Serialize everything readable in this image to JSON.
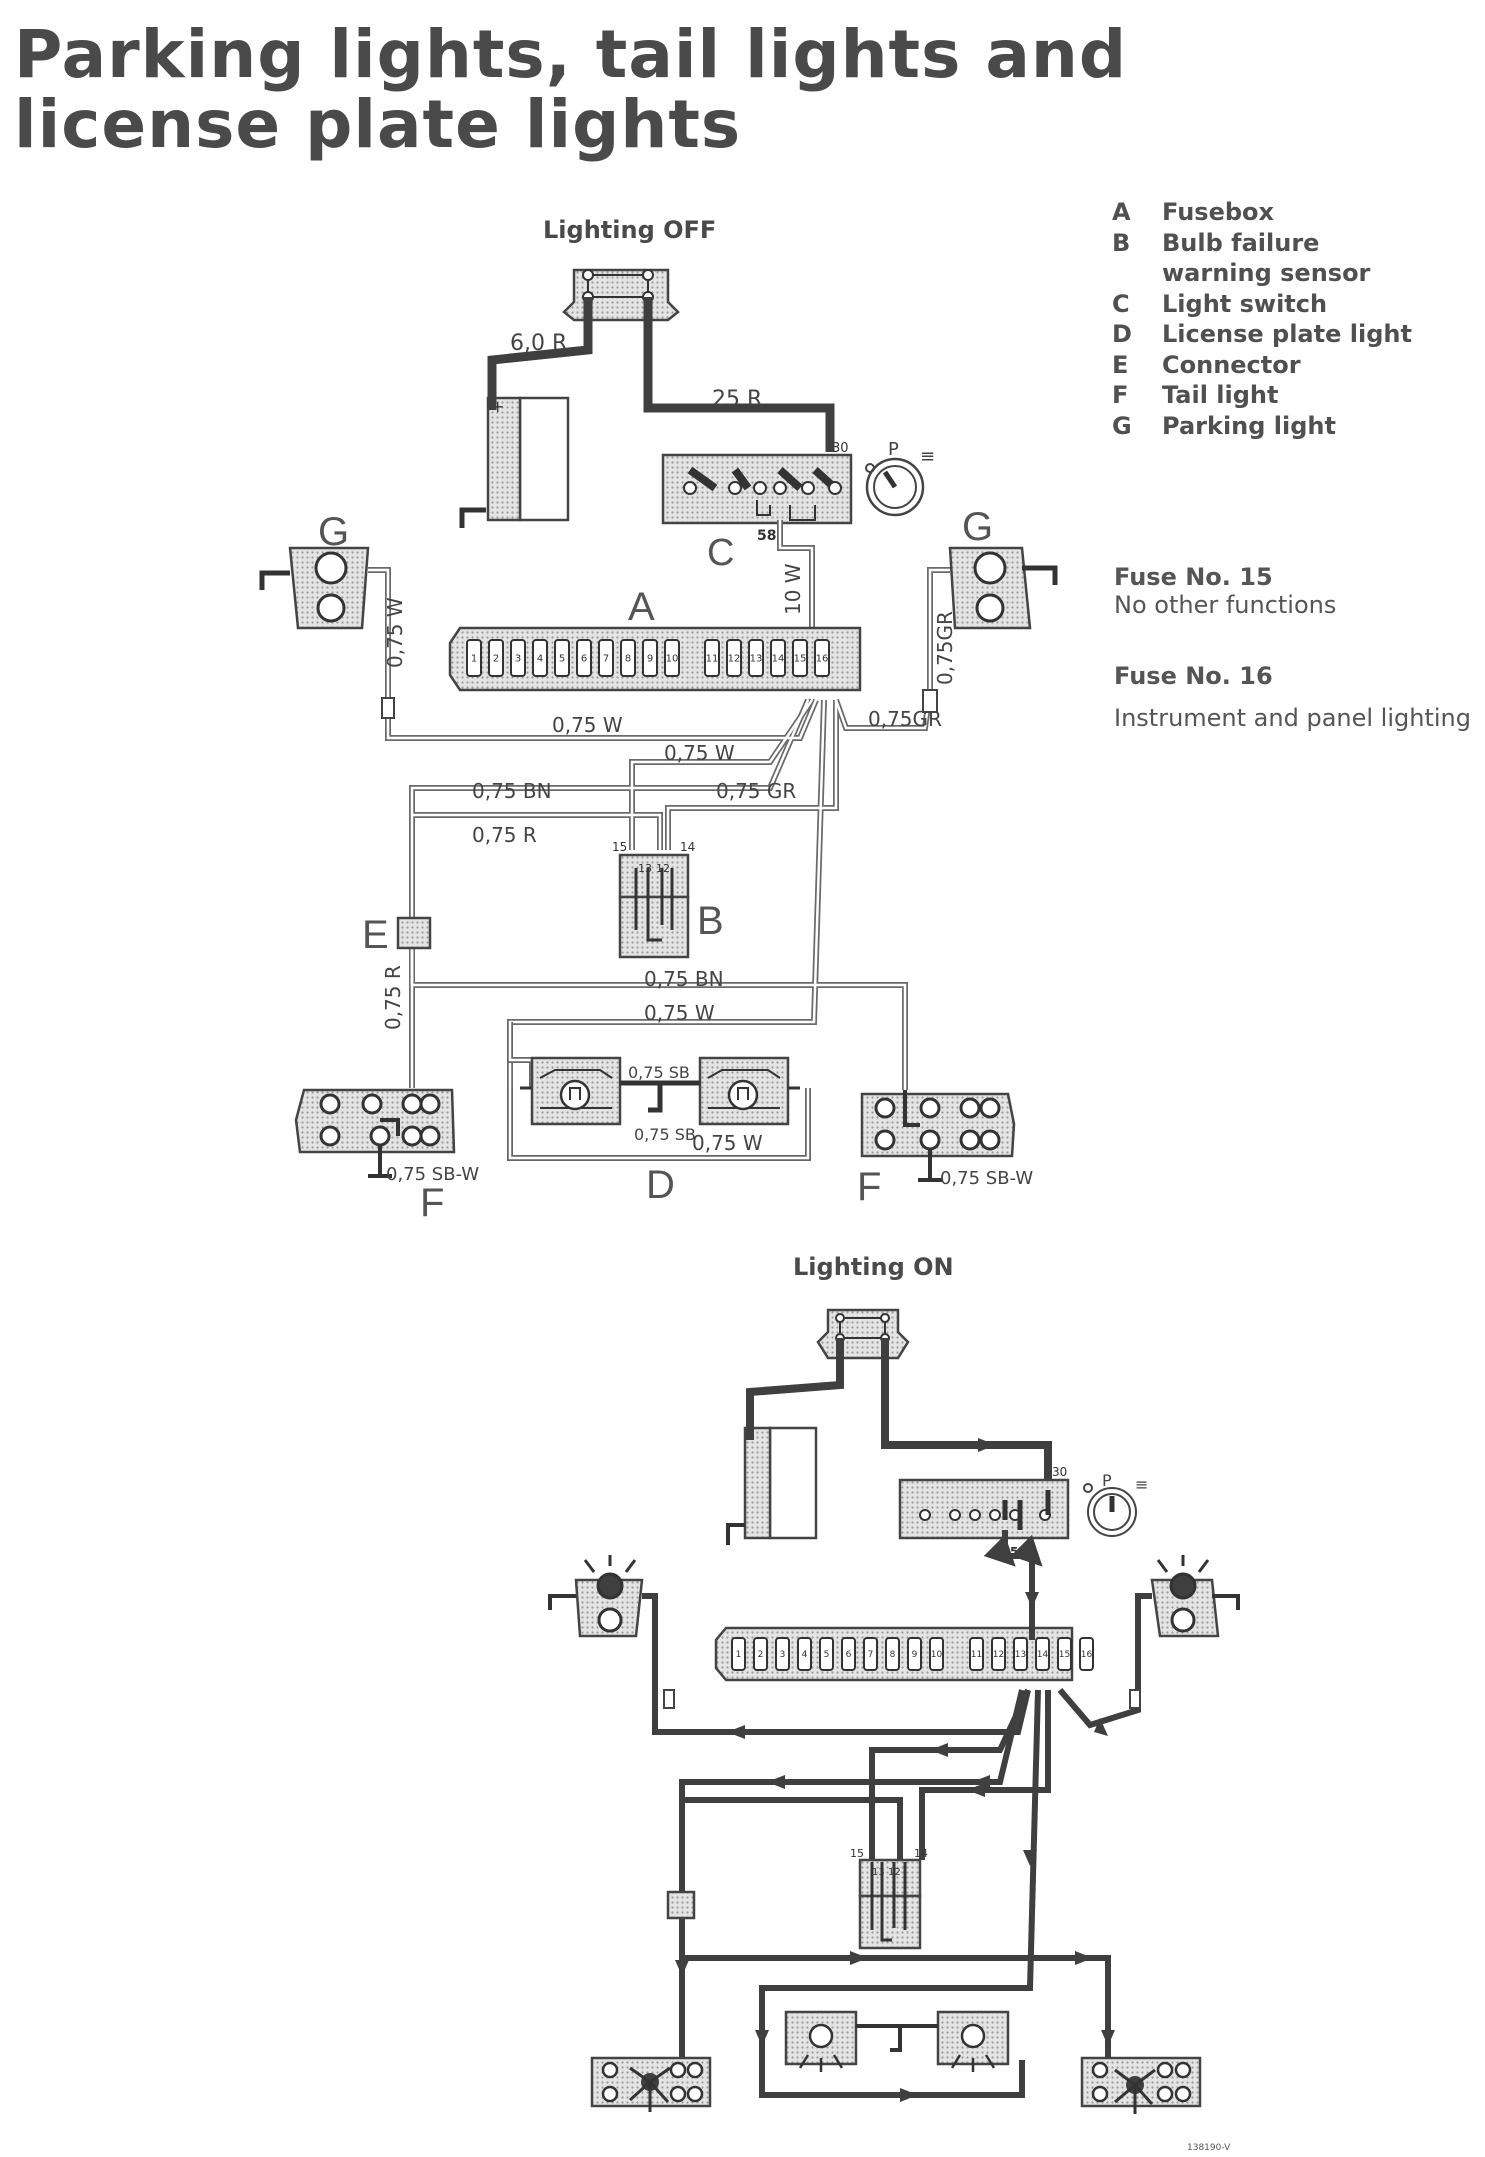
{
  "title_lines": [
    "Parking lights, tail lights and",
    "license plate lights"
  ],
  "legend": [
    {
      "key": "A",
      "label": "Fusebox"
    },
    {
      "key": "B",
      "label": "Bulb failure warning sensor"
    },
    {
      "key": "C",
      "label": "Light switch"
    },
    {
      "key": "D",
      "label": "License plate light"
    },
    {
      "key": "E",
      "label": "Connector"
    },
    {
      "key": "F",
      "label": "Tail light"
    },
    {
      "key": "G",
      "label": "Parking light"
    }
  ],
  "fuses": [
    {
      "name": "Fuse No. 15",
      "desc": "No other functions"
    },
    {
      "name": "Fuse No. 16",
      "desc": "Instrument and panel lighting"
    }
  ],
  "diagram_off": {
    "caption": "Lighting OFF",
    "wires": {
      "w60r": "6,0 R",
      "w25r": "25 R",
      "w10w": "10 W",
      "w075w_left": "0,75 W",
      "w075w_h1": "0,75 W",
      "w075w_h2": "0,75 W",
      "w075gr_r": "0,75GR",
      "w075gr_h": "0,75GR",
      "w075bn": "0,75 BN",
      "w075gr2": "0,75 GR",
      "w075r_h": "0,75 R",
      "w075r_v": "0,75 R",
      "w075bn2": "0,75 BN",
      "w075w3": "0,75 W",
      "w075sb": "0,75 SB",
      "w075sb2": "0,75 SB",
      "w075w4": "0,75 W",
      "w075sbw_l": "0,75 SB-W",
      "w075sbw_r": "0,75 SB-W"
    },
    "pins": {
      "p30": "30",
      "p58": "58",
      "p15": "15",
      "p14": "14",
      "p13": "13",
      "p12": "12"
    },
    "fuse_numbers": [
      "1",
      "2",
      "3",
      "4",
      "5",
      "6",
      "7",
      "8",
      "9",
      "10",
      "11",
      "12",
      "13",
      "14",
      "15",
      "16"
    ]
  },
  "diagram_on": {
    "caption": "Lighting ON",
    "pins": {
      "p30": "30",
      "p58": "58",
      "p15": "15",
      "p14": "14",
      "p13": "13",
      "p12": "12"
    },
    "ref": "138190-V"
  },
  "colors": {
    "wire_dark": "#3f3f3f",
    "dotted_fill": "#d7d7d7",
    "text": "#4a4a4a"
  }
}
